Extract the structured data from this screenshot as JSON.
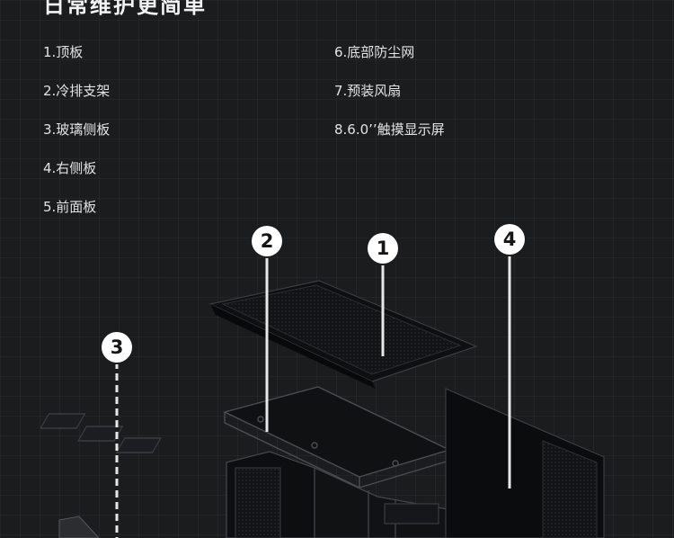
{
  "heading": "日常维护更简单",
  "parts": [
    "1.顶板",
    "2.冷排支架",
    "3.玻璃侧板",
    "4.右侧板",
    "5.前面板",
    "6.底部防尘网",
    "7.预装风扇",
    "8.6.0’’触摸显示屏"
  ],
  "callouts": [
    "1",
    "2",
    "3",
    "4"
  ]
}
